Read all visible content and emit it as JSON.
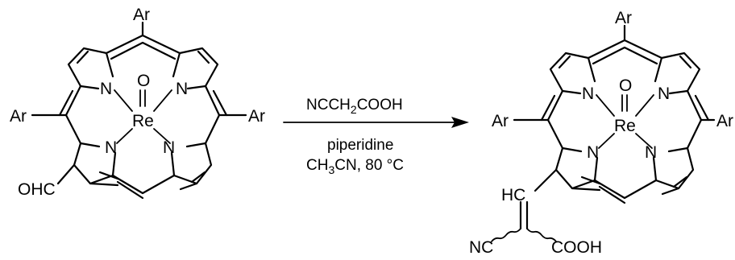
{
  "reaction": {
    "reagent": "NCCH",
    "reagent_sub": "2",
    "reagent_rest": "COOH",
    "solvent_base": "piperidine",
    "solvent_prefix": "CH",
    "solvent_sub": "3",
    "solvent_rest": "CN, 80 °C"
  },
  "reactant": {
    "aryl": "Ar",
    "metal": "Re",
    "oxo": "O",
    "nitrogen": "N",
    "aldehyde": "OHC"
  },
  "product": {
    "aryl": "Ar",
    "metal": "Re",
    "oxo": "O",
    "nitrogen": "N",
    "vinyl": "HC",
    "nitrile": "NC",
    "acid": "COOH"
  }
}
